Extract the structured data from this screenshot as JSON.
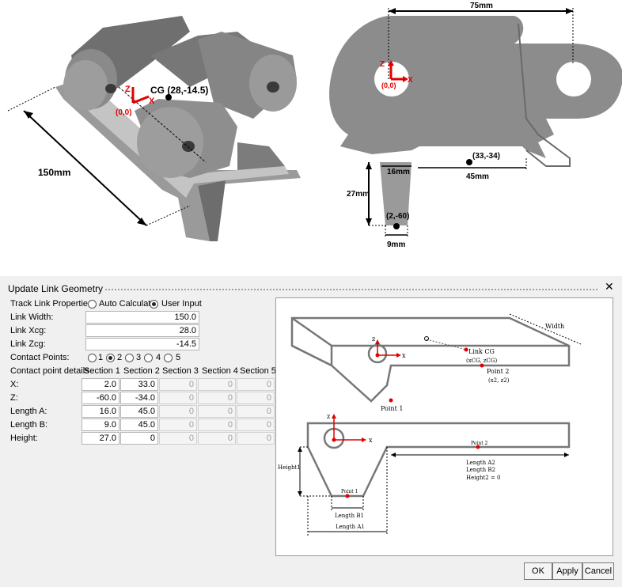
{
  "figure": {
    "iso_width_label": "150mm",
    "iso_cg_label": "CG (28,-14.5)",
    "iso_origin_label": "(0,0)",
    "iso_x": "X",
    "iso_z": "Z",
    "side_75": "75mm",
    "side_origin": "(0,0)",
    "side_x": "X",
    "side_z": "Z",
    "pt2": "(33,-34)",
    "dim16": "16mm",
    "dim45": "45mm",
    "dim27": "27mm",
    "pt1": "(2,-60)",
    "dim9": "9mm"
  },
  "dialog": {
    "title": "Update Link Geometry",
    "close": "✕",
    "track_props_label": "Track Link Properties:",
    "opt_auto": "Auto Calculate",
    "opt_user": "User Input",
    "selected_option": "User Input",
    "link_width_label": "Link Width:",
    "link_width": "150.0",
    "link_xcg_label": "Link Xcg:",
    "link_xcg": "28.0",
    "link_zcg_label": "Link Zcg:",
    "link_zcg": "-14.5",
    "contact_points_label": "Contact Points:",
    "contact_options": [
      "1",
      "2",
      "3",
      "4",
      "5"
    ],
    "contact_selected": "2",
    "details_label": "Contact point details",
    "sections": [
      "Section 1",
      "Section 2",
      "Section 3",
      "Section 4",
      "Section 5"
    ],
    "rows": [
      {
        "label": "X:",
        "values": [
          "2.0",
          "33.0",
          "0",
          "0",
          "0"
        ]
      },
      {
        "label": "Z:",
        "values": [
          "-60.0",
          "-34.0",
          "0",
          "0",
          "0"
        ]
      },
      {
        "label": "Length A:",
        "values": [
          "16.0",
          "45.0",
          "0",
          "0",
          "0"
        ]
      },
      {
        "label": "Length B:",
        "values": [
          "9.0",
          "45.0",
          "0",
          "0",
          "0"
        ]
      },
      {
        "label": "Height:",
        "values": [
          "27.0",
          "0",
          "0",
          "0",
          "0"
        ]
      }
    ],
    "buttons": {
      "ok": "OK",
      "apply": "Apply",
      "cancel": "Cancel"
    }
  },
  "schematic": {
    "width": "Width",
    "z_top": "z",
    "x_top": "x",
    "link_cg": "Link CG",
    "cg_coords": "(xCG, zCG)",
    "point2": "Point 2",
    "point2_coords": "(x2, z2)",
    "point1": "Point 1",
    "z_bot": "z",
    "x_bot": "x",
    "point2_small": "Point 2",
    "len_a2": "Length A2",
    "len_b2": "Length B2",
    "height2": "Height2 = 0",
    "height1": "Height1",
    "point1_small": "Point 1",
    "len_b1": "Length B1",
    "len_a1": "Length A1"
  },
  "colors": {
    "red": "#e00000",
    "part": "#8c8c8c"
  }
}
